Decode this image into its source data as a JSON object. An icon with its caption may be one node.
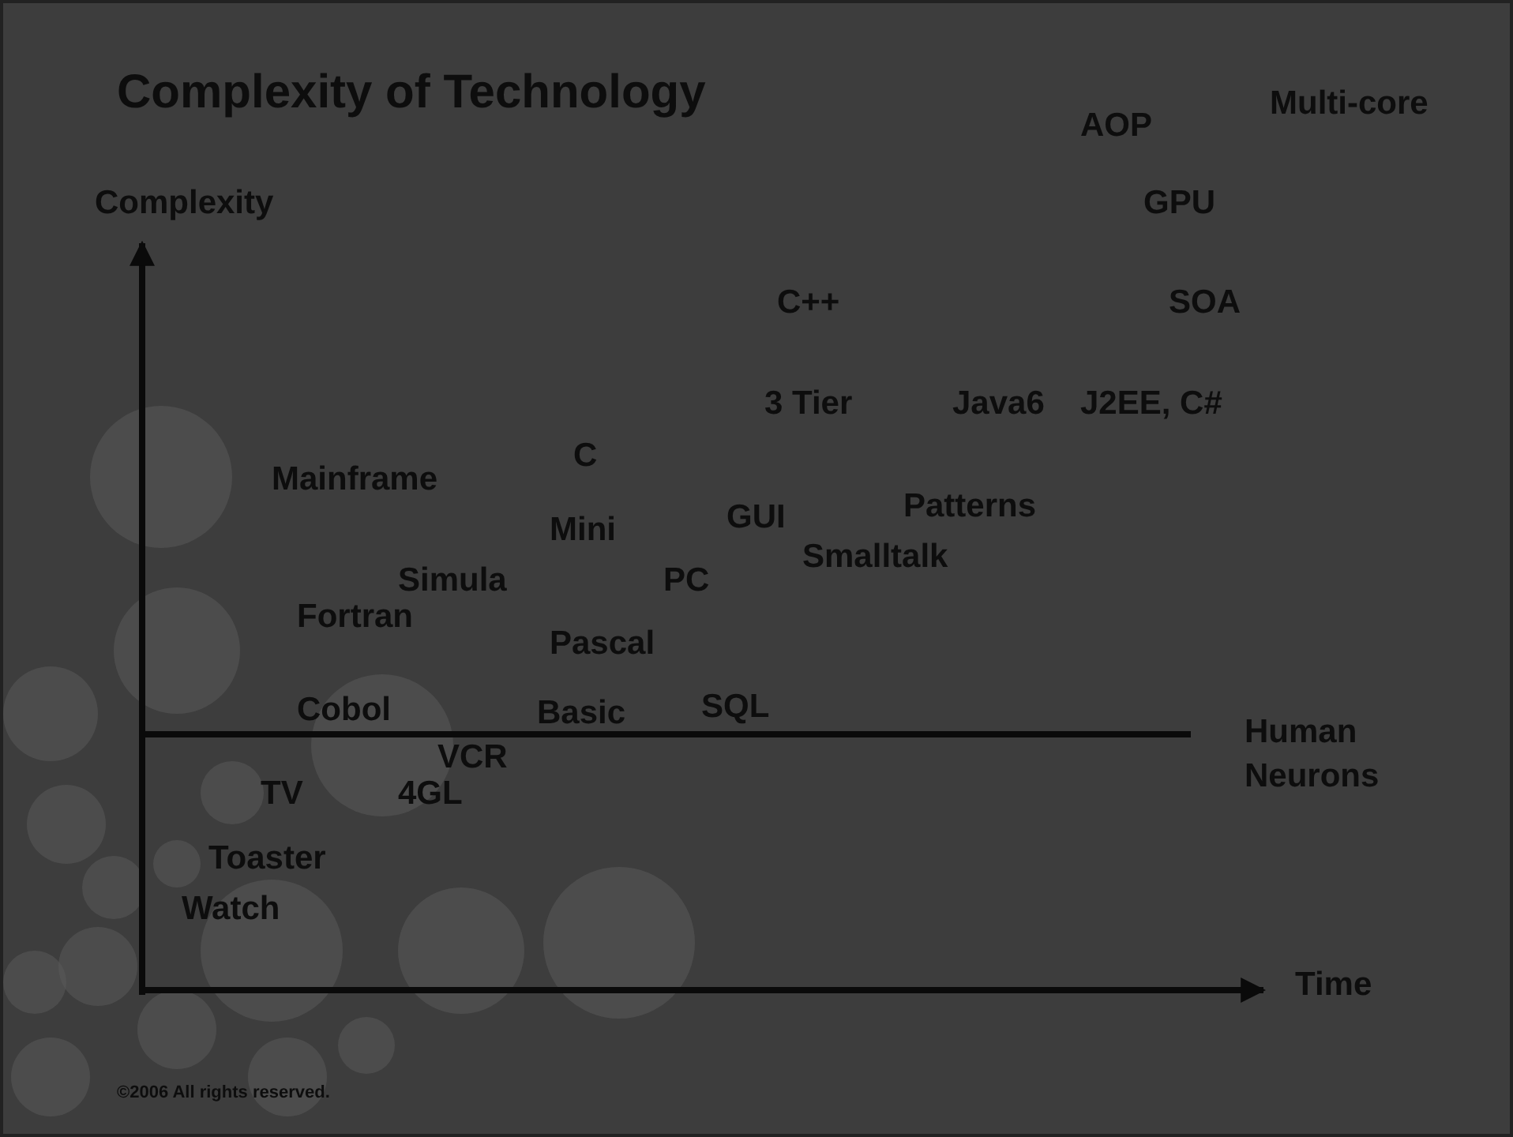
{
  "diagram": {
    "title": "Complexity of Technology",
    "labels": [
      "Multi-core",
      "AOP",
      "Complexity",
      "GPU",
      "C++",
      "SOA",
      "3 Tier",
      "Java6",
      "J2EE, C#",
      "C",
      "Mainframe",
      "GUI",
      "Patterns",
      "Mini",
      "Smalltalk",
      "Simula",
      "PC",
      "Fortran",
      "Pascal",
      "Cobol",
      "Basic",
      "SQL",
      "Human Neurons",
      "VCR",
      "TV",
      "4GL",
      "Toaster",
      "Watch",
      "Time",
      "©2006 All rights reserved."
    ]
  }
}
